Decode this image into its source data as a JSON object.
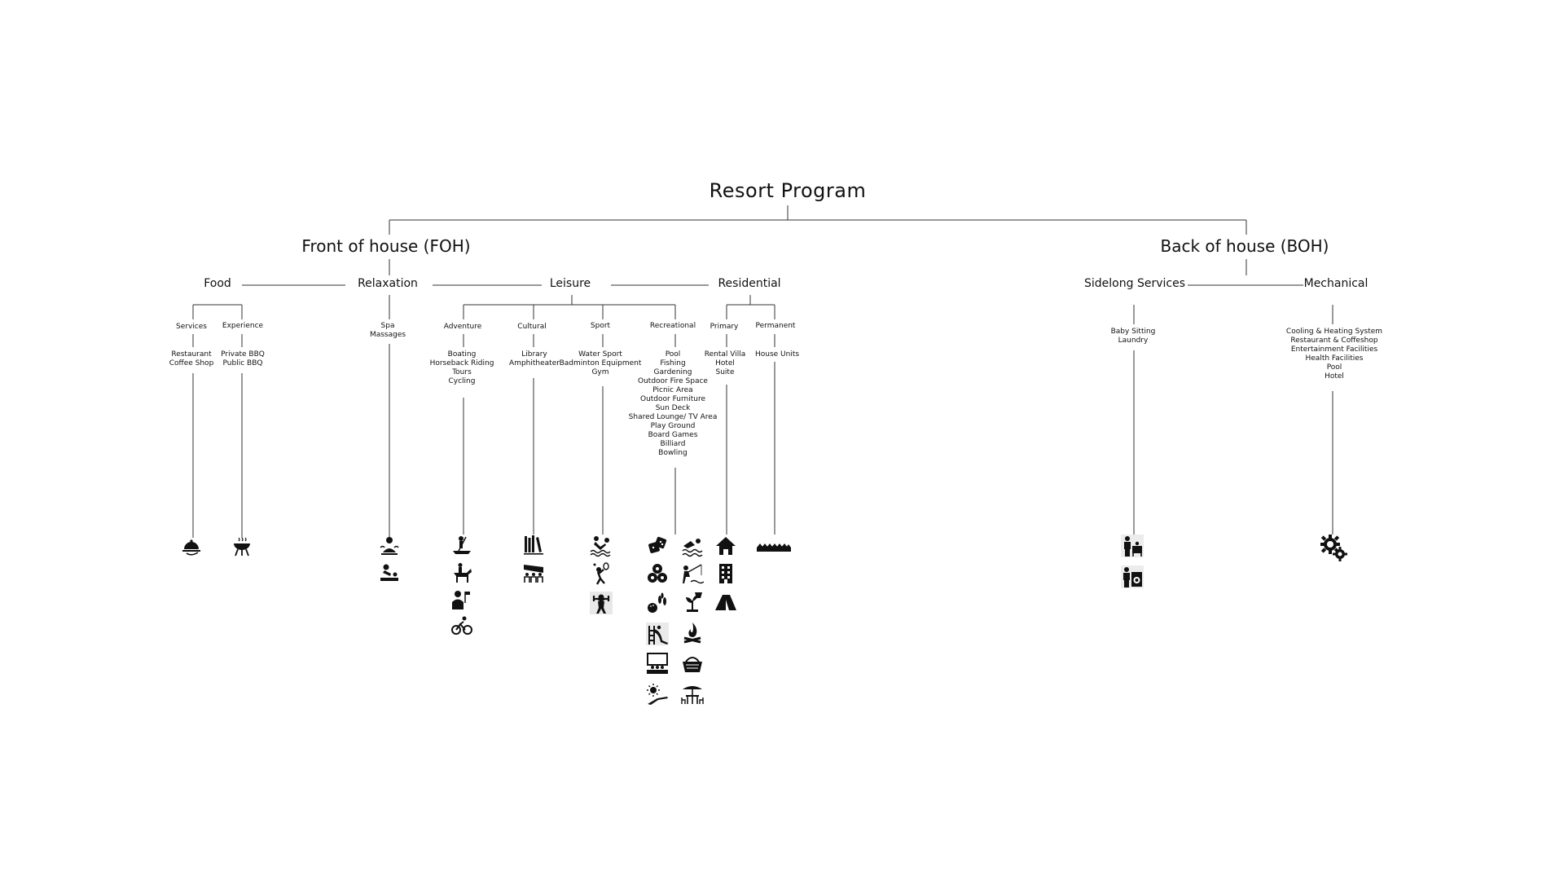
{
  "title": "Resort Program",
  "branches": {
    "foh": "Front of house (FOH)",
    "boh": "Back of house (BOH)"
  },
  "categories": {
    "food": "Food",
    "relaxation": "Relaxation",
    "leisure": "Leisure",
    "residential": "Residential",
    "sidelong": "Sidelong Services",
    "mechanical": "Mechanical"
  },
  "subcategories": {
    "services": "Services",
    "experience": "Experience",
    "spa": "Spa",
    "adventure": "Adventure",
    "cultural": "Cultural",
    "sport": "Sport",
    "recreational": "Recreational",
    "primary": "Primary",
    "permanent": "Permanent"
  },
  "items": {
    "services": [
      "Restaurant",
      "Coffee Shop"
    ],
    "experience": [
      "Private BBQ",
      "Public BBQ"
    ],
    "spa": [
      "Massages"
    ],
    "adventure": [
      "Boating",
      "Horseback Riding",
      "Tours",
      "Cycling"
    ],
    "cultural": [
      "Library",
      "Amphitheater"
    ],
    "sport": [
      "Water Sport",
      "Badminton Equipment",
      "Gym"
    ],
    "recreational": [
      "Pool",
      "Fishing",
      "Gardening",
      "Outdoor Fire Space",
      "Picnic Area",
      "Outdoor Furniture",
      "Sun Deck",
      "Shared Lounge/ TV Area",
      "Play Ground",
      "Board Games",
      "Billiard",
      "Bowling"
    ],
    "primary": [
      "Rental Villa",
      "Hotel",
      "Suite"
    ],
    "permanent": [
      "House Units"
    ],
    "sidelong": [
      "Baby Sitting",
      "Laundry"
    ],
    "mechanical": [
      "Cooling & Heating System",
      "Restaurant & Coffeshop",
      "Entertainment Facilities",
      "Health Facilities",
      "Pool",
      "Hotel"
    ]
  },
  "icons": [
    "serving-cloche-icon",
    "bbq-grill-icon",
    "spa-massage-icon",
    "massage-table-icon",
    "boating-icon",
    "horseback-riding-icon",
    "tour-guide-icon",
    "cycling-icon",
    "library-books-icon",
    "amphitheater-icon",
    "water-sport-icon",
    "badminton-icon",
    "gym-icon",
    "board-games-icon",
    "swimming-icon",
    "billiard-icon",
    "fishing-icon",
    "bowling-icon",
    "gardening-icon",
    "playground-slide-icon",
    "campfire-icon",
    "tv-lounge-icon",
    "picnic-basket-icon",
    "sun-deck-icon",
    "outdoor-furniture-icon",
    "house-icon",
    "hotel-building-icon",
    "tent-icon",
    "house-units-icon",
    "babysitting-icon",
    "laundry-icon",
    "mechanical-gears-icon"
  ]
}
